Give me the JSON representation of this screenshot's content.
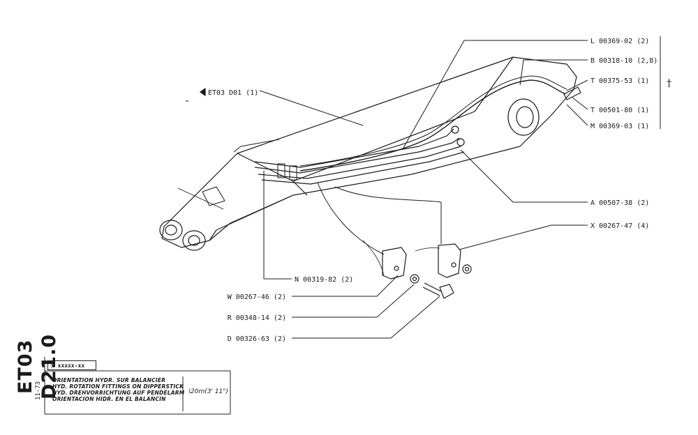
{
  "drawing": {
    "sheet_code": "ET03 D21.0",
    "date": "11-73",
    "ref_box": "x xxxxx-xx",
    "titles": [
      "ORIENTATION HYDR. SUR BALANCIER",
      "HYD. ROTATION FITTINGS ON DIPPERSTICK",
      "HYD. DREHVORRICHTUNG AUF PENDELARM",
      "ORIENTACION HIDR. EN EL BALANCIN"
    ],
    "size_note": "\\20m(3' 11\")",
    "cross_ref": "ET03 D01 (1)",
    "dagger": "†"
  },
  "parts": {
    "L": "L 00369-02 (2)",
    "B": "B 00318-10 (2,8)",
    "T1": "T 00375-53 (1)",
    "T2": "T 00501-80 (1)",
    "M": "M 00369-03 (1)",
    "A": "A 00507-38 (2)",
    "X": "X 00267-47 (4)",
    "N": "N 00319-82 (2)",
    "W": "W 00267-46 (2)",
    "R": "R 00348-14 (2)",
    "D": "D 00326-63 (2)"
  }
}
